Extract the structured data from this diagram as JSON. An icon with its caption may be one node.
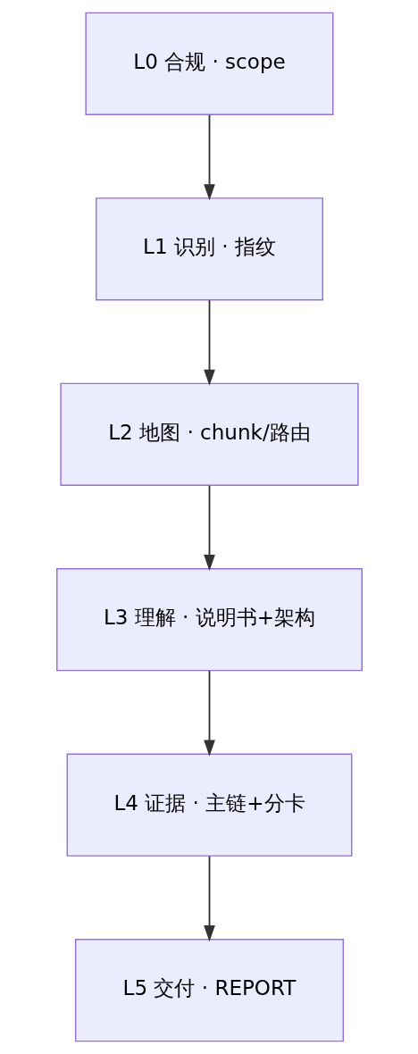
{
  "diagram": {
    "nodes": [
      {
        "text": [
          "L0 合规 · scope"
        ]
      },
      {
        "text": [
          "L1 识别 · 指纹"
        ]
      },
      {
        "text": [
          "L2 地图 · chunk/路由"
        ]
      },
      {
        "text": [
          "L3 理解 · 说明书+架构"
        ]
      },
      {
        "text": [
          "L4 证据 · 主链+分卡"
        ]
      },
      {
        "text": [
          "L5 交付 · REPORT"
        ]
      }
    ],
    "edges": [
      {
        "from": 0,
        "to": 1,
        "arrow": "to"
      },
      {
        "from": 1,
        "to": 2,
        "arrow": "to"
      },
      {
        "from": 2,
        "to": 3,
        "arrow": "to"
      },
      {
        "from": 3,
        "to": 4,
        "arrow": "to"
      },
      {
        "from": 4,
        "to": 5,
        "arrow": "to"
      }
    ]
  }
}
